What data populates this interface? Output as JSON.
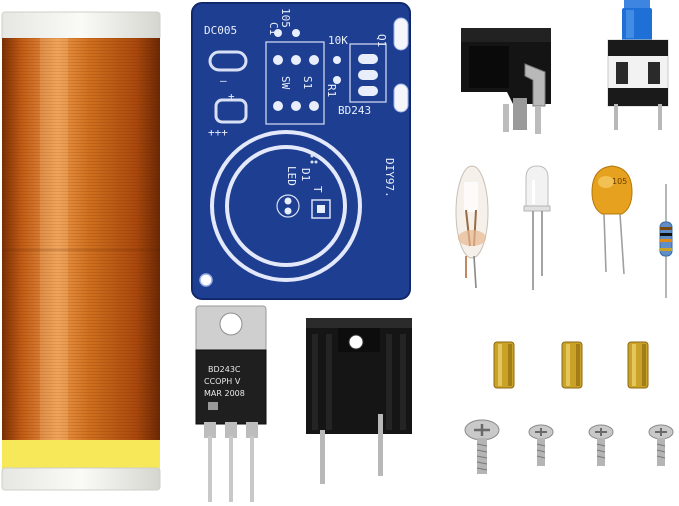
{
  "pcb": {
    "labels": {
      "dc": "DC005",
      "c1": "C1",
      "c105": "105",
      "r10k": "10K",
      "q1": "Q1",
      "s1": "S1",
      "sw": "SW",
      "r1": "R1",
      "bd243": "BD243",
      "d1": "D1",
      "led": "LED",
      "t": "T",
      "diy97": "DIY97.",
      "minus": "—",
      "plus": "+",
      "plus3": "+++"
    }
  },
  "transistor": {
    "lines": [
      "BD243C",
      "CCOPH V",
      "MAR 2008"
    ]
  },
  "capacitor": {
    "marking": "105"
  },
  "colors": {
    "pcb_blue": "#1d3b8c",
    "copper": "#c8661a",
    "heatsink": "#161616",
    "brass": "#c9a227",
    "switch_cap": "#1e6fd6"
  }
}
